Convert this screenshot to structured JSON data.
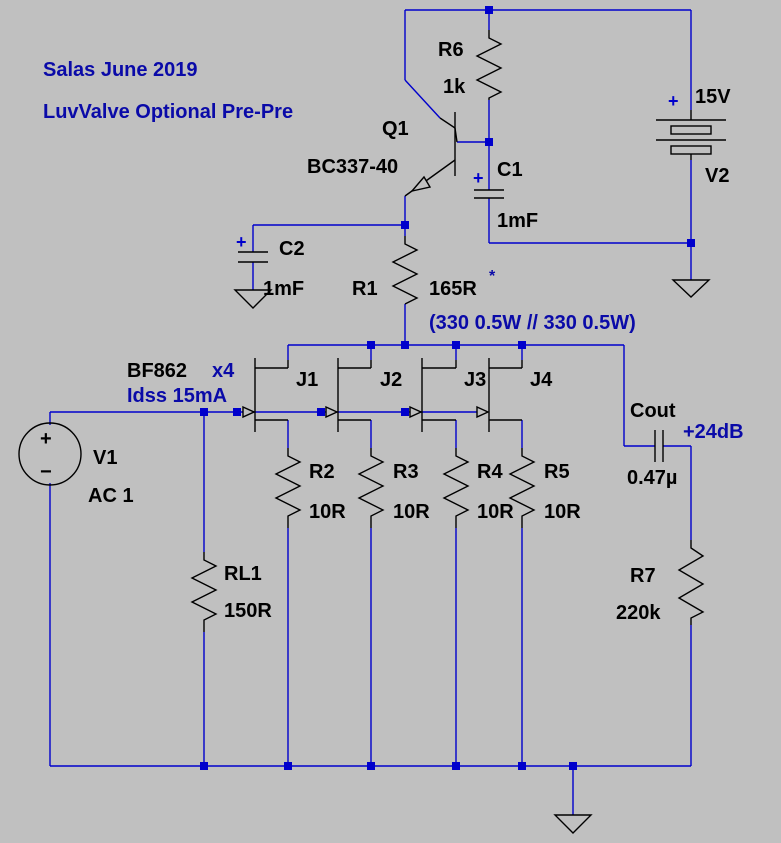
{
  "notes": {
    "author": "Salas June 2019",
    "project": "LuvValve Optional Pre-Pre",
    "jfet_model": "BF862",
    "jfet_count": "x4",
    "idss": "Idss 15mA",
    "r1_note": "(330 0.5W // 330 0.5W)",
    "output_level": "+24dB",
    "r1_asterisk": "*"
  },
  "components": {
    "r6": {
      "name": "R6",
      "value": "1k"
    },
    "q1": {
      "name": "Q1",
      "model": "BC337-40"
    },
    "c1": {
      "name": "C1",
      "value": "1mF"
    },
    "v2": {
      "name": "V2",
      "value": "15V"
    },
    "c2": {
      "name": "C2",
      "value": "1mF"
    },
    "r1": {
      "name": "R1",
      "value": "165R"
    },
    "j1": {
      "name": "J1"
    },
    "j2": {
      "name": "J2"
    },
    "j3": {
      "name": "J3"
    },
    "j4": {
      "name": "J4"
    },
    "v1": {
      "name": "V1",
      "value": "AC 1"
    },
    "rl1": {
      "name": "RL1",
      "value": "150R"
    },
    "r2": {
      "name": "R2",
      "value": "10R"
    },
    "r3": {
      "name": "R3",
      "value": "10R"
    },
    "r4": {
      "name": "R4",
      "value": "10R"
    },
    "r5": {
      "name": "R5",
      "value": "10R"
    },
    "cout": {
      "name": "Cout",
      "value": "0.47µ"
    },
    "r7": {
      "name": "R7",
      "value": "220k"
    }
  },
  "polarity": {
    "plus": "+",
    "minus": "−"
  },
  "colors": {
    "background": "#c0c0c0",
    "wire": "#0000cc",
    "component": "#000000",
    "note_text": "#0a0aa8"
  }
}
